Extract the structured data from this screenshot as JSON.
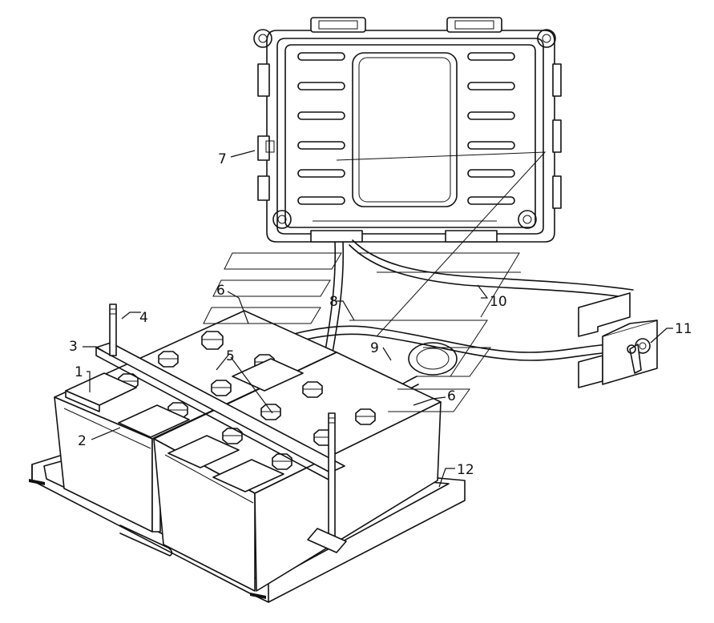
{
  "diagram": {
    "callouts": [
      {
        "id": "c1",
        "label": "1"
      },
      {
        "id": "c2",
        "label": "2"
      },
      {
        "id": "c3",
        "label": "3"
      },
      {
        "id": "c4",
        "label": "4"
      },
      {
        "id": "c5",
        "label": "5"
      },
      {
        "id": "c6a",
        "label": "6"
      },
      {
        "id": "c6b",
        "label": "6"
      },
      {
        "id": "c7",
        "label": "7"
      },
      {
        "id": "c8",
        "label": "8"
      },
      {
        "id": "c9",
        "label": "9"
      },
      {
        "id": "c10",
        "label": "10"
      },
      {
        "id": "c11",
        "label": "11"
      },
      {
        "id": "c12",
        "label": "12"
      }
    ],
    "colors": {
      "line": "#111111",
      "background": "#ffffff"
    }
  }
}
